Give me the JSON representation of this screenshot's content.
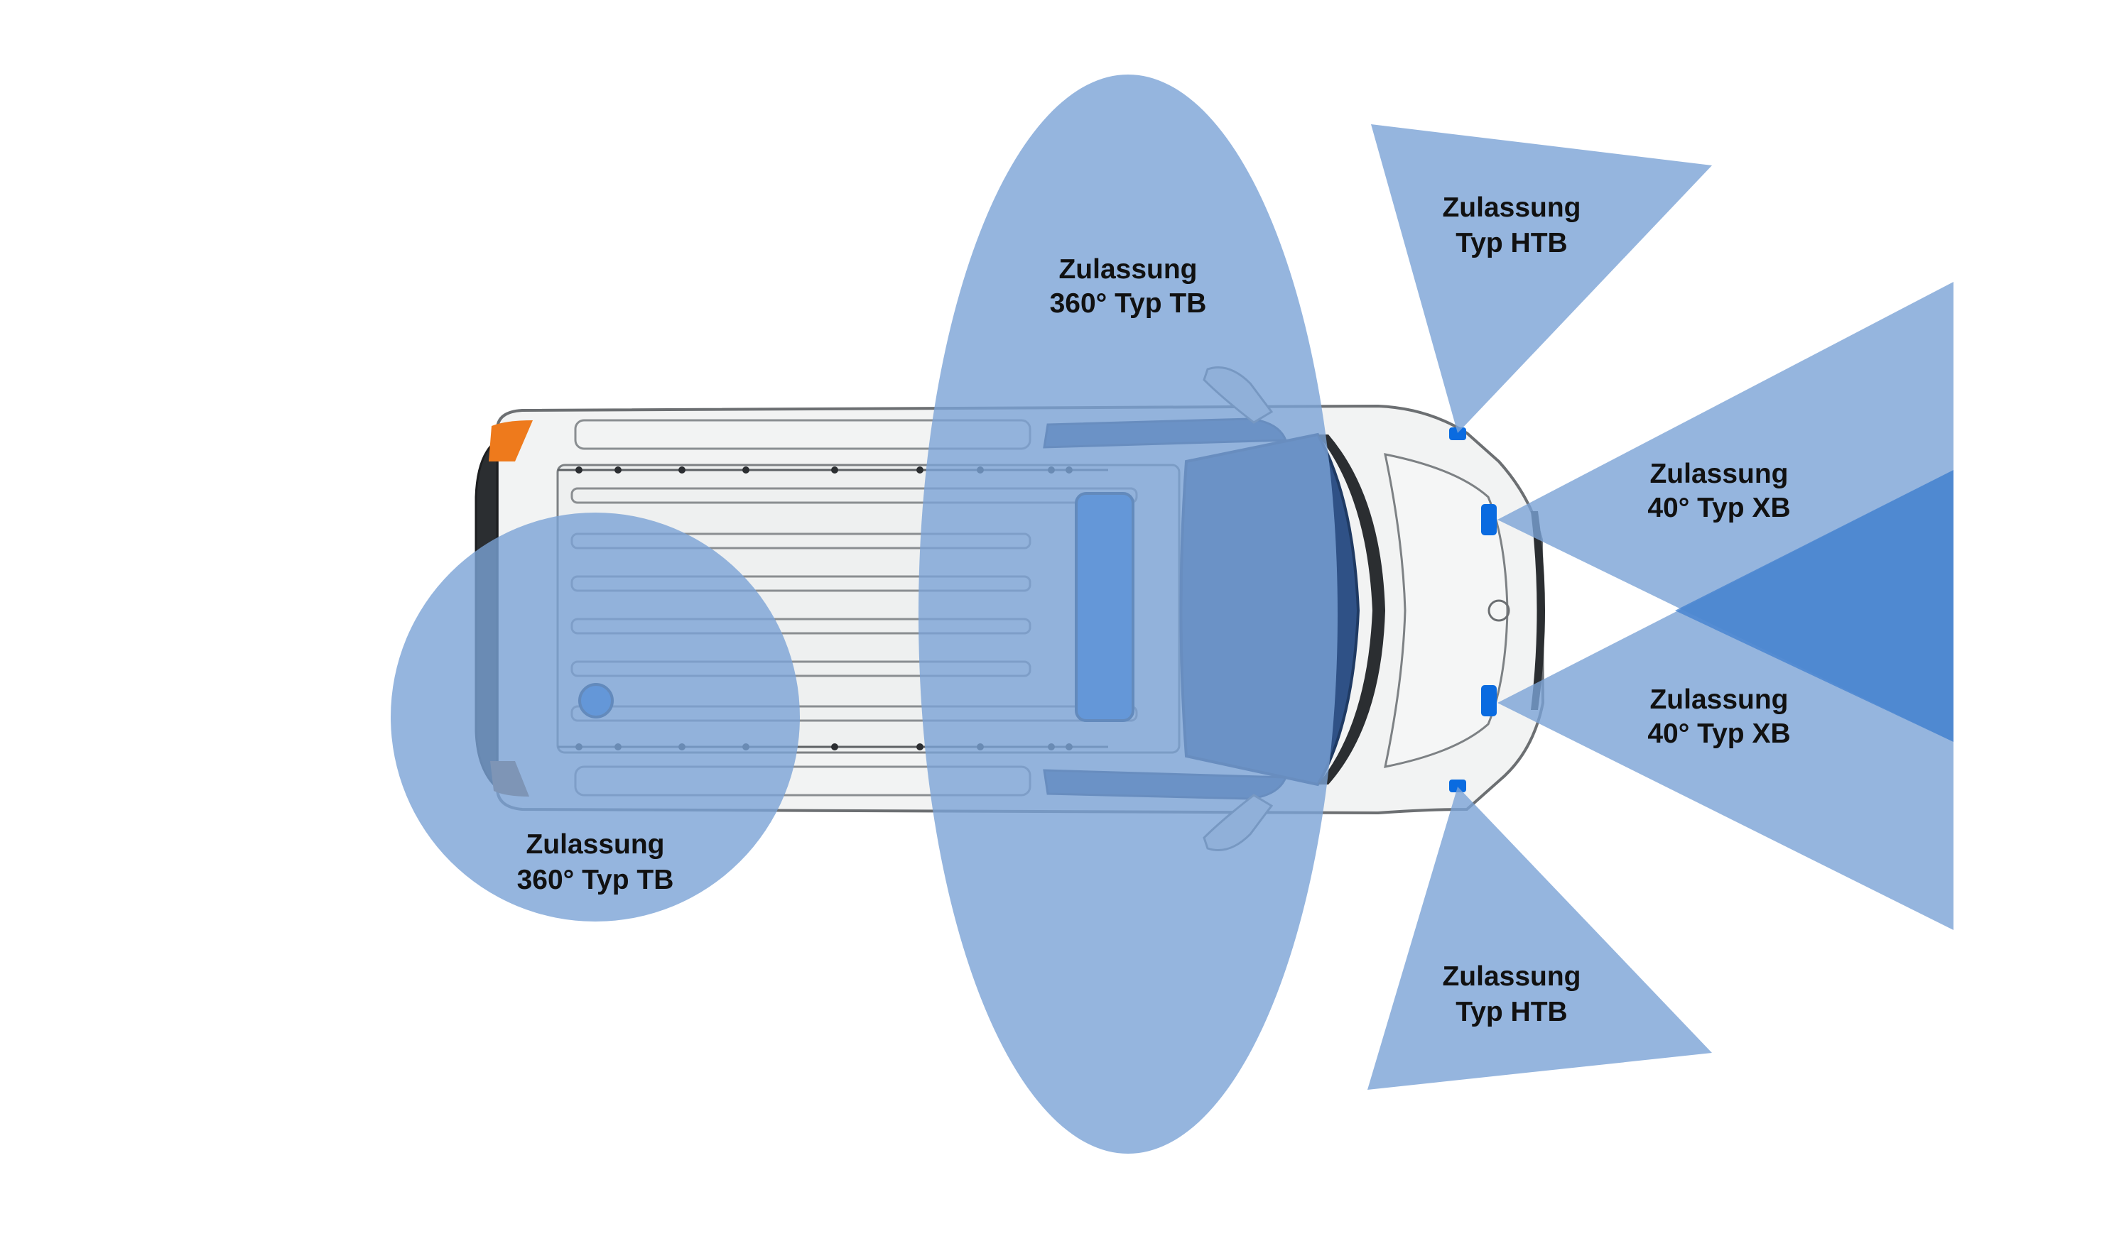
{
  "colors": {
    "zone_fill": "#7ba3d6",
    "zone_overlap": "#3f7fcf",
    "light_blue": "#0a6be0",
    "van_body": "#f2f3f3",
    "van_outline": "#6c6f72",
    "windscreen": "#2f5186",
    "rear_light_orange": "#ee7a1c"
  },
  "zones": {
    "rear_circle": {
      "line1": "Zulassung",
      "line2": "360° Typ TB",
      "shape": "circle"
    },
    "roof_ellipse": {
      "line1": "Zulassung",
      "line2": "360° Typ TB",
      "shape": "ellipse"
    },
    "front_top_wedge": {
      "line1": "Zulassung",
      "line2": "Typ HTB",
      "shape": "wedge"
    },
    "front_xb_upper": {
      "line1": "Zulassung",
      "line2": "40° Typ XB",
      "shape": "wedge"
    },
    "front_xb_lower": {
      "line1": "Zulassung",
      "line2": "40° Typ XB",
      "shape": "wedge"
    },
    "front_bottom_wedge": {
      "line1": "Zulassung",
      "line2": "Typ HTB",
      "shape": "wedge"
    }
  },
  "vehicle": {
    "view": "top",
    "icon": "van-top-view-icon"
  }
}
